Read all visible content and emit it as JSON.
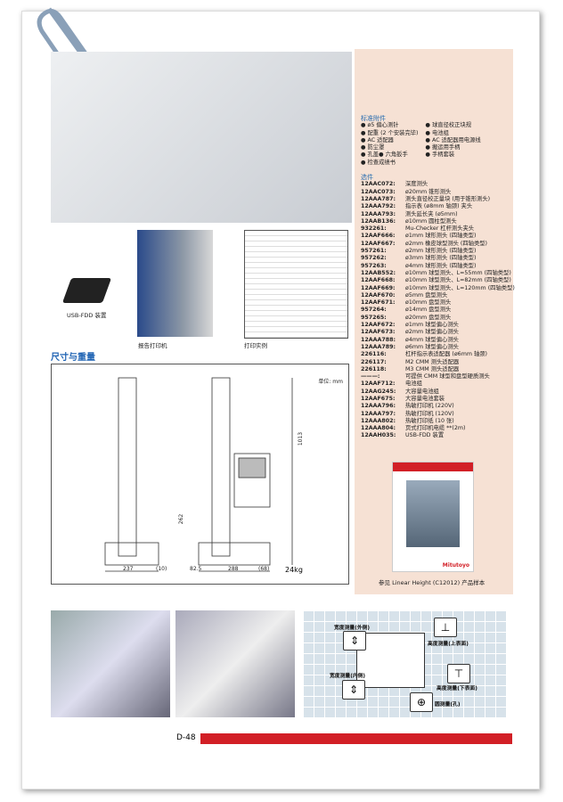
{
  "standard_accessories": {
    "title": "标准附件",
    "col1": [
      "ø5 偏心测针",
      "配重 (2 个安装完毕)",
      "AC 适配器",
      "防尘罩",
      "孔盖● 六角扳手",
      "检查成绩书"
    ],
    "col2": [
      "球直径校正块规",
      "电池组",
      "AC 适配器用电源线",
      "搬运用手柄",
      "手柄套装"
    ]
  },
  "options": {
    "title": "选件",
    "items": [
      [
        "12AAC072:",
        "深度测头"
      ],
      [
        "12AAC073:",
        "ø20mm 锥形测头"
      ],
      [
        "12AAA787:",
        "测头直径校正量块 (用于锥形测头)"
      ],
      [
        "12AAA792:",
        "指示表 (ø8mm 轴颈) 夹头"
      ],
      [
        "12AAA793:",
        "测头延长夹 (ø5mm)"
      ],
      [
        "12AAB136:",
        "ø10mm 圆柱型测头"
      ],
      [
        "932261:",
        "Mu-Checker 杠杆测头夹头"
      ],
      [
        "12AAF666:",
        "ø1mm 球形测头 (四轴类型)"
      ],
      [
        "12AAF667:",
        "ø2mm 橡皮球型测头 (四轴类型)"
      ],
      [
        "957261:",
        "ø2mm 球形测头 (四轴类型)"
      ],
      [
        "957262:",
        "ø3mm 球形测头 (四轴类型)"
      ],
      [
        "957263:",
        "ø4mm 球形测头 (四轴类型)"
      ],
      [
        "12AAB552:",
        "ø10mm 球型测头、L=55mm (四轴类型)"
      ],
      [
        "12AAF668:",
        "ø10mm 球型测头、L=82mm (四轴类型)"
      ],
      [
        "12AAF669:",
        "ø10mm 球型测头、L=120mm (四轴类型)"
      ],
      [
        "12AAF670:",
        "ø5mm 盘型测头"
      ],
      [
        "12AAF671:",
        "ø10mm 盘型测头"
      ],
      [
        "957264:",
        "ø14mm 盘型测头"
      ],
      [
        "957265:",
        "ø20mm 盘型测头"
      ],
      [
        "12AAF672:",
        "ø1mm 球型偏心测头"
      ],
      [
        "12AAF673:",
        "ø2mm 球型偏心测头"
      ],
      [
        "12AAA788:",
        "ø4mm 球型偏心测头"
      ],
      [
        "12AAA789:",
        "ø6mm 球型偏心测头"
      ],
      [
        "226116:",
        "杠杆指示表适配器 (ø6mm 轴颈)"
      ],
      [
        "226117:",
        "M2 CMM 测头适配器"
      ],
      [
        "226118:",
        "M3 CMM 测头适配器"
      ],
      [
        "———:",
        "可提供 CMM 球型和盘型硬质测头"
      ],
      [
        "12AAF712:",
        "电池组"
      ],
      [
        "12AAG245:",
        "大容量电池组"
      ],
      [
        "12AAF675:",
        "大容量电池套装"
      ],
      [
        "12AAA796:",
        "热敏打印机 (220V)"
      ],
      [
        "12AAA797:",
        "热敏打印机 (120V)"
      ],
      [
        "12AAA802:",
        "热敏打印纸 (10 张)"
      ],
      [
        "12AAA804:",
        "页式打印机电缆 **(2m)"
      ],
      [
        "12AAH035:",
        "USB-FDD 装置"
      ]
    ]
  },
  "captions": {
    "usb": "USB-FDD 装置",
    "printer": "报告打印机",
    "sample": "打印实例",
    "brochure": "参见 Linear Height (C12012) 产品样本",
    "brand": "Mitutoyo"
  },
  "section_title": "尺寸与重量",
  "drawing": {
    "unit": "单位: mm",
    "dims": [
      "237",
      "(10)",
      "82.5",
      "288",
      "(68)",
      "1013",
      "262"
    ],
    "weight": "24kg"
  },
  "diagram": {
    "labels": [
      "宽度测量(外侧)",
      "高度测量(上表面)",
      "宽度测量(内侧)",
      "高度测量(下表面)",
      "圆测量(孔)"
    ]
  },
  "page_number": "D-48",
  "colors": {
    "accent": "#d21f26",
    "heading": "#1f63b3",
    "peach": "#f6e1d4"
  }
}
